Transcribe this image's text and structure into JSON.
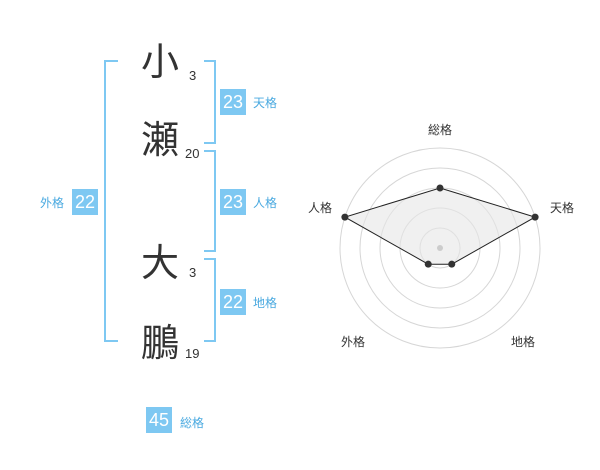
{
  "name": {
    "chars": [
      {
        "kanji": "小",
        "strokes": "3"
      },
      {
        "kanji": "瀬",
        "strokes": "20"
      },
      {
        "kanji": "大",
        "strokes": "3"
      },
      {
        "kanji": "鵬",
        "strokes": "19"
      }
    ]
  },
  "fortune": {
    "tenkaku": {
      "value": "23",
      "label": "天格"
    },
    "jinkaku": {
      "value": "23",
      "label": "人格"
    },
    "chikaku": {
      "value": "22",
      "label": "地格"
    },
    "gaikaku": {
      "value": "22",
      "label": "外格"
    },
    "soukaku": {
      "value": "45",
      "label": "総格"
    }
  },
  "colors": {
    "accent": "#7ec8f2",
    "label": "#49a9e0",
    "text": "#333333"
  },
  "chart_data": {
    "type": "radar",
    "axes": [
      "総格",
      "天格",
      "地格",
      "外格",
      "人格"
    ],
    "values": [
      3,
      5,
      1,
      1,
      5
    ],
    "rmax": 5,
    "rings": 5,
    "grid": true
  }
}
